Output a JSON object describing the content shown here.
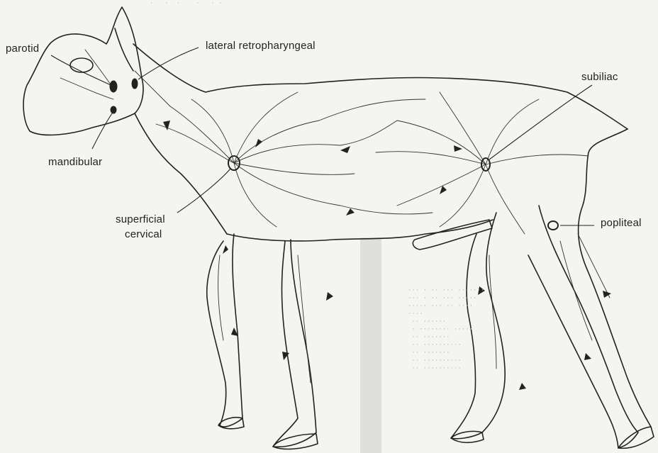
{
  "labels": {
    "parotid": "parotid",
    "lateral_retropharyngeal": "lateral retropharyngeal",
    "mandibular": "mandibular",
    "subiliac": "subiliac",
    "superficial_cervical_line1": "superficial",
    "superficial_cervical_line2": "cervical",
    "popliteal": "popliteal"
  },
  "colors": {
    "background": "#f4f4f1",
    "ink": "#222222",
    "bleed_through": "#b9b9b3"
  }
}
